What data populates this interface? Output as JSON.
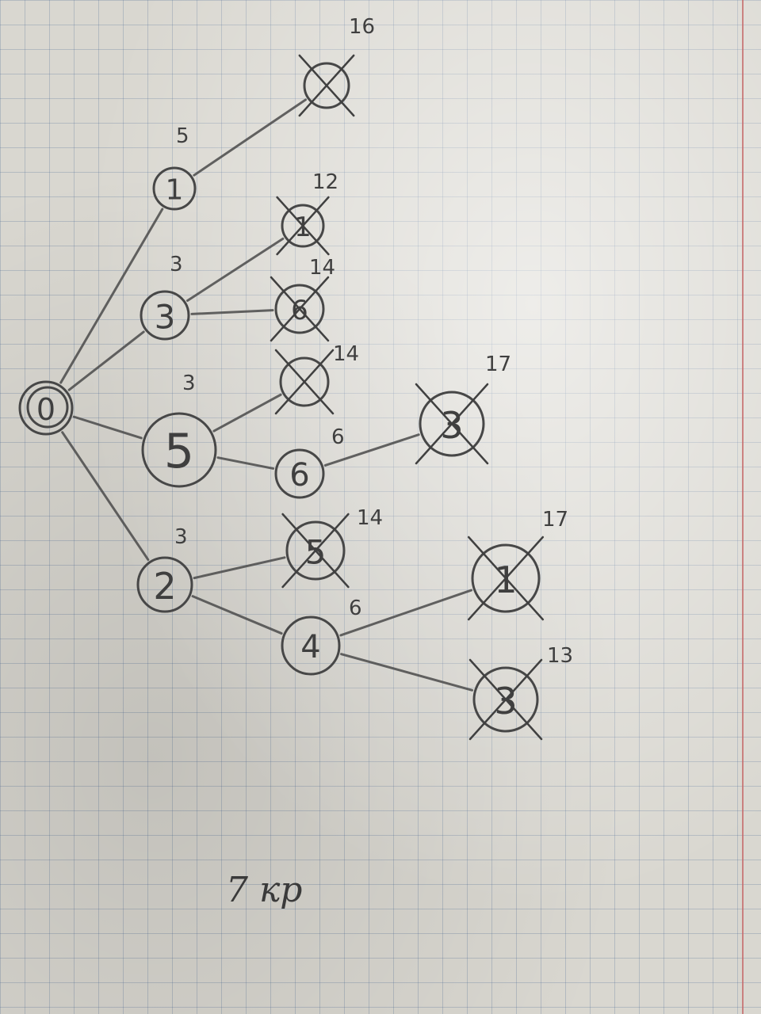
{
  "tree": {
    "nodes": [
      {
        "id": "n0",
        "label": "0",
        "cost": "",
        "crossed": false
      },
      {
        "id": "n1",
        "label": "1",
        "cost": "5",
        "crossed": false
      },
      {
        "id": "n2",
        "label": "3",
        "cost": "3",
        "crossed": false
      },
      {
        "id": "n3",
        "label": "5",
        "cost": "3",
        "crossed": false
      },
      {
        "id": "n4",
        "label": "2",
        "cost": "3",
        "crossed": false
      },
      {
        "id": "n5",
        "label": "",
        "cost": "16",
        "crossed": true
      },
      {
        "id": "n6",
        "label": "1",
        "cost": "12",
        "crossed": true
      },
      {
        "id": "n7",
        "label": "6",
        "cost": "14",
        "crossed": true
      },
      {
        "id": "n8",
        "label": "",
        "cost": "14",
        "crossed": true
      },
      {
        "id": "n9",
        "label": "6",
        "cost": "6",
        "crossed": false
      },
      {
        "id": "n10",
        "label": "3",
        "cost": "17",
        "crossed": true
      },
      {
        "id": "n11",
        "label": "5",
        "cost": "14",
        "crossed": true
      },
      {
        "id": "n12",
        "label": "4",
        "cost": "6",
        "crossed": false
      },
      {
        "id": "n13",
        "label": "1",
        "cost": "17",
        "crossed": true
      },
      {
        "id": "n14",
        "label": "3",
        "cost": "13",
        "crossed": true
      }
    ],
    "edges": [
      [
        "n0",
        "n1"
      ],
      [
        "n0",
        "n2"
      ],
      [
        "n0",
        "n3"
      ],
      [
        "n0",
        "n4"
      ],
      [
        "n1",
        "n5"
      ],
      [
        "n2",
        "n6"
      ],
      [
        "n2",
        "n7"
      ],
      [
        "n3",
        "n8"
      ],
      [
        "n3",
        "n9"
      ],
      [
        "n9",
        "n10"
      ],
      [
        "n4",
        "n11"
      ],
      [
        "n4",
        "n12"
      ],
      [
        "n12",
        "n13"
      ],
      [
        "n12",
        "n14"
      ]
    ]
  },
  "footer": {
    "note": "7 кр"
  }
}
